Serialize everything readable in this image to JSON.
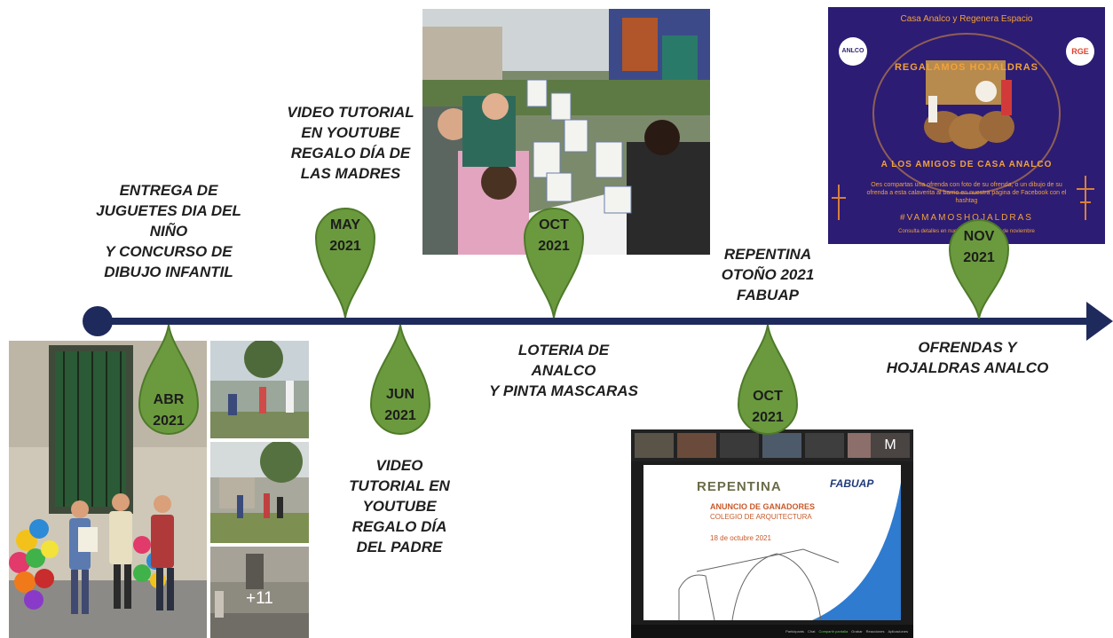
{
  "events": [
    {
      "id": "abr",
      "month": "ABR",
      "year": "2021",
      "text": "ENTREGA DE\nJUGUETES DIA DEL\nNIÑO\nY CONCURSO DE\nDIBUJO INFANTIL"
    },
    {
      "id": "may",
      "month": "MAY",
      "year": "2021",
      "text": "VIDEO TUTORIAL\nEN YOUTUBE\nREGALO DÍA DE\nLAS MADRES"
    },
    {
      "id": "jun",
      "month": "JUN",
      "year": "2021",
      "text": "VIDEO\nTUTORIAL EN\nYOUTUBE\nREGALO DÍA\nDEL PADRE"
    },
    {
      "id": "oct1",
      "month": "OCT",
      "year": "2021",
      "text": "LOTERIA DE\nANALCO\nY PINTA MASCARAS"
    },
    {
      "id": "oct2",
      "month": "OCT",
      "year": "2021",
      "text": "REPENTINA\nOTOÑO 2021\nFABUAP"
    },
    {
      "id": "nov",
      "month": "NOV",
      "year": "2021",
      "text": "OFRENDAS Y\nHOJALDRAS ANALCO"
    }
  ],
  "photo_collage": {
    "more_count": "+11"
  },
  "poster": {
    "top_line": "Casa Analco y Regenera Espacio",
    "title_line1": "REGALAMOS HOJALDRAS",
    "title_line2": "A LOS AMIGOS DE CASA ANALCO",
    "body": "Oes compartas una ofrenda con foto de su ofrenda, o un dibujo de su ofrenda a esta calaverita al barrio en nuestra página de Facebook con el hashtag",
    "hashtag": "#VAMAMOSHOJALDRAS",
    "small": "Consulta detalles en nuestra página · 1 al 2 de noviembre",
    "logo_left": "ANLCO",
    "logo_right": "RGE"
  },
  "zoom": {
    "title": "REPENTINA",
    "brand": "FABUAP",
    "line1": "ANUNCIO DE GANADORES",
    "line2": "COLEGIO DE ARQUITECTURA",
    "date": "18 de octubre 2021",
    "tile_m": "M",
    "toolbar": [
      "Participants",
      "Chat",
      "Compartir pantalla",
      "Grabar",
      "Reacciones",
      "Aplicaciones"
    ]
  },
  "colors": {
    "timeline": "#1f2a5c",
    "pin_fill": "#6b9a3e",
    "pin_stroke": "#4f7a2a",
    "poster_bg": "#2d1c73",
    "poster_text": "#f0a23a",
    "slide_accent": "#2e7bd0"
  }
}
